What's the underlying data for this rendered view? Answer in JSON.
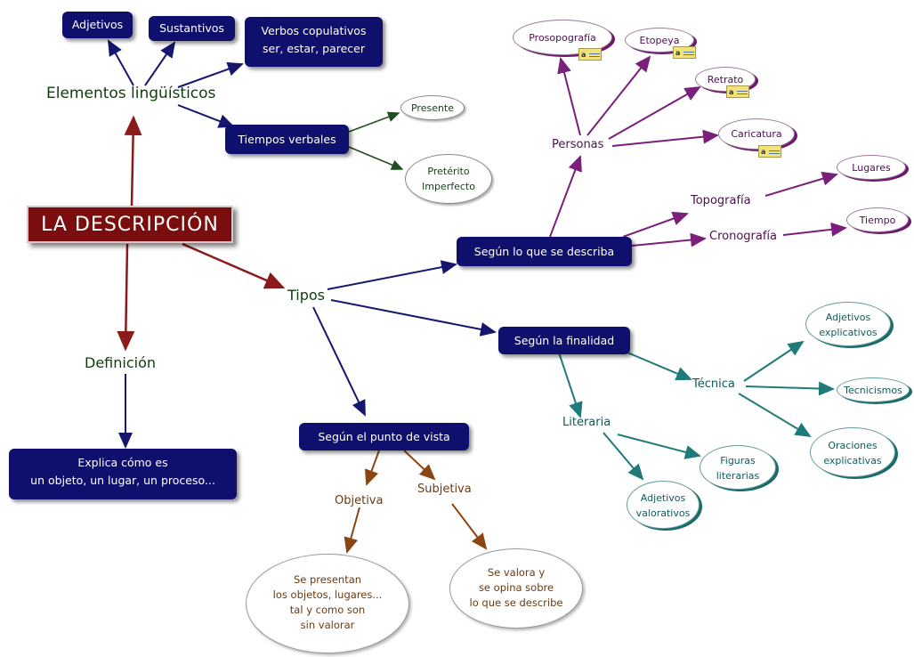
{
  "title": "LA DESCRIPCIÓN",
  "nodes": {
    "adjetivos": "Adjetivos",
    "sustantivos": "Sustantivos",
    "verbos_copulativos": [
      "Verbos copulativos",
      "ser, estar, parecer"
    ],
    "elementos": "Elementos  lingüísticos",
    "tiempos_verbales": "Tiempos verbales",
    "presente": "Presente",
    "preterito": [
      "Pretérito",
      "Imperfecto"
    ],
    "definicion": "Definición",
    "explica": [
      "Explica cómo es",
      "un objeto, un lugar, un proceso..."
    ],
    "tipos": "Tipos",
    "segun_describa": "Según lo que se describa",
    "personas": "Personas",
    "prosopografia": "Prosopografía",
    "etopeya": "Etopeya",
    "retrato": "Retrato",
    "caricatura": "Caricatura",
    "topografia": "Topografía",
    "cronografia": "Cronografía",
    "lugares": "Lugares",
    "tiempo": "Tiempo",
    "segun_finalidad": "Según la finalidad",
    "tecnica": "Técnica",
    "literaria": "Literaria",
    "adjetivos_explicativos": [
      "Adjetivos",
      "explicativos"
    ],
    "tecnicismos": "Tecnicismos",
    "oraciones_explicativas": [
      "Oraciones",
      "explicativas"
    ],
    "figuras_literarias": [
      "Figuras",
      "literarias"
    ],
    "adjetivos_valorativos": [
      "Adjetivos",
      "valorativos"
    ],
    "segun_punto": "Según el punto de vista",
    "objetiva": "Objetiva",
    "subjetiva": "Subjetiva",
    "se_presentan": [
      "Se presentan",
      "los objetos, lugares...",
      "tal y como son",
      "sin valorar"
    ],
    "se_valora": [
      "Se valora y",
      "se opina sobre",
      "lo que se describe"
    ]
  },
  "colors": {
    "box": "#0f0f6e",
    "title": "#7a0d0d",
    "red_arrow": "#8b1a1a",
    "navy_arrow": "#16166e",
    "green_arrow": "#1f4d1f",
    "purple_arrow": "#7a1f7a",
    "teal_arrow": "#1f7a7a",
    "brown_arrow": "#8b4513"
  }
}
